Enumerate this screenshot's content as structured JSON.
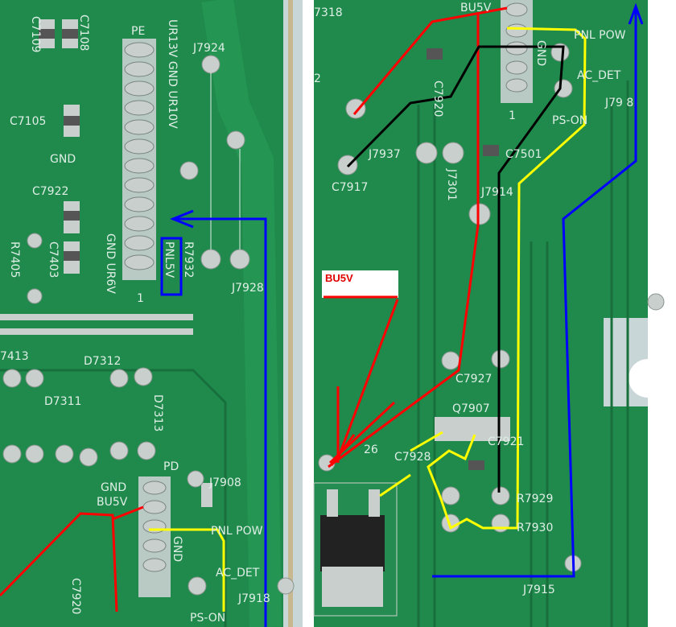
{
  "colors": {
    "board": "#1f8a4c",
    "board_dark": "#17703c",
    "pad": "#c9cfcc",
    "red": "#ff0000",
    "blue": "#0000ff",
    "yellow": "#ffff00",
    "black": "#000000"
  },
  "left_panel": {
    "labels": {
      "c7109": "C7109",
      "c7108": "C7108",
      "pe": "PE",
      "ur13v": "UR13V GND UR10V",
      "j7924": "J7924",
      "c7105": "C7105",
      "gnd1": "GND",
      "c7922": "C7922",
      "r7405": "R7405",
      "c7403": "C7403",
      "gnd_ur6v": "GND UR6V",
      "pnl5v": "PNL5V",
      "r7932": "R7932",
      "j7928": "J7928",
      "pin1": "1",
      "d7413": "7413",
      "d7312": "D7312",
      "d7311": "D7311",
      "d7313": "D7313",
      "pd": "PD",
      "gnd2": "GND",
      "bu5v": "BU5V",
      "j7908": "J7908",
      "pnl_pow": "PNL POW",
      "gnd3": "GND",
      "ac_det": "AC_DET",
      "c7920": "C7920",
      "j7918": "J7918",
      "ps_on": "PS-ON"
    }
  },
  "right_panel": {
    "labels": {
      "j7318": "7318",
      "bu5v": "BU5V",
      "pnl_pow": "PNL POW",
      "gnd": "GND",
      "ac_det": "AC_DET",
      "j7918": "J79 8",
      "pin1": "1",
      "ps_on": "PS-ON",
      "c7920": "C7920",
      "j7937": "J7937",
      "j7301": "J7301",
      "c7501": "C7501",
      "c7917": "C7917",
      "j7914": "J7914",
      "c7927": "C7927",
      "q7907": "Q7907",
      "c7926": "26",
      "c7928": "C7928",
      "c7921": "C7921",
      "r7929": "R7929",
      "r7930": "R7930",
      "j7915": "J7915",
      "left2": "2"
    },
    "legend_label": "BU5V"
  }
}
